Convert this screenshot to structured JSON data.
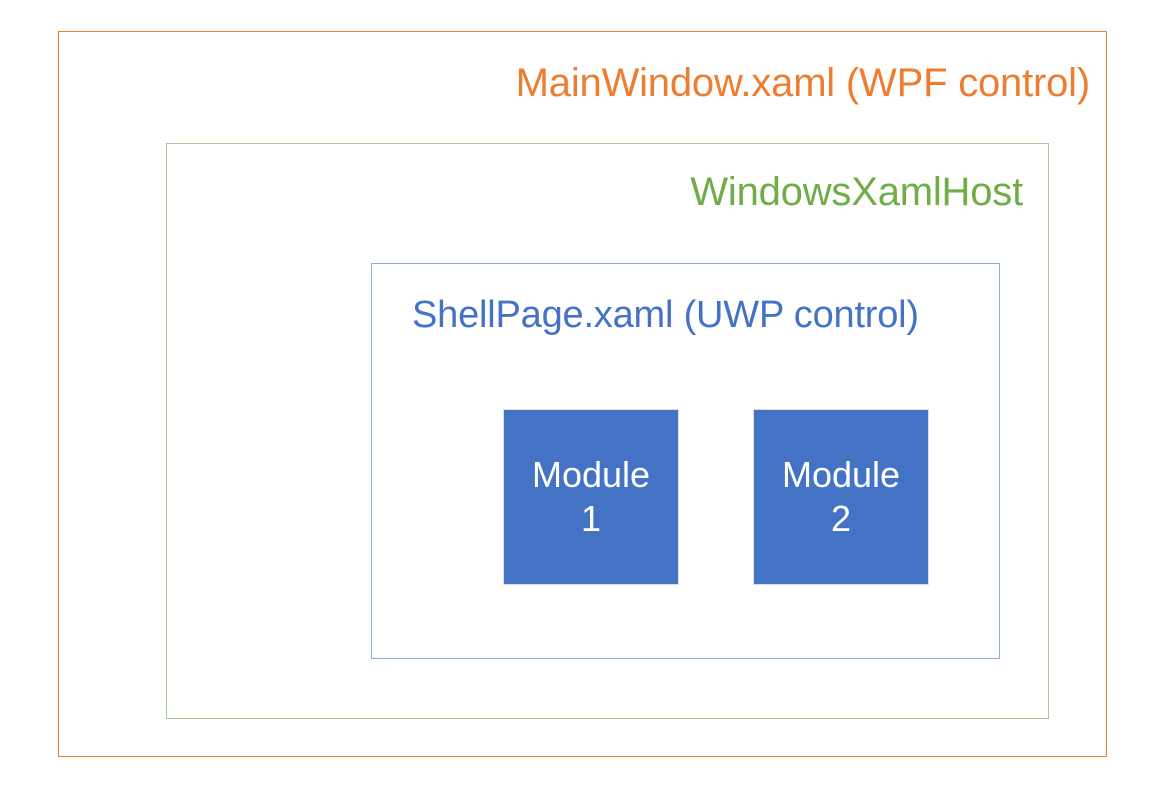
{
  "diagram": {
    "layers": [
      {
        "id": "mainwindow",
        "label": "MainWindow.xaml (WPF control)",
        "color": "#ED7D31",
        "border_color": "#ED7D31",
        "label_align": "right"
      },
      {
        "id": "windowsxamlhost",
        "label": "WindowsXamlHost",
        "color": "#70AD47",
        "border_color": "#A9C99B",
        "label_align": "right"
      },
      {
        "id": "shellpage",
        "label": "ShellPage.xaml (UWP control)",
        "color": "#4472C4",
        "border_color": "#8FAADC",
        "label_align": "left"
      }
    ],
    "modules": [
      {
        "id": "module-1",
        "line1": "Module",
        "line2": "1",
        "fill": "#4472C4",
        "text_color": "#FFFFFF"
      },
      {
        "id": "module-2",
        "line1": "Module",
        "line2": "2",
        "fill": "#4472C4",
        "text_color": "#FFFFFF"
      }
    ]
  }
}
